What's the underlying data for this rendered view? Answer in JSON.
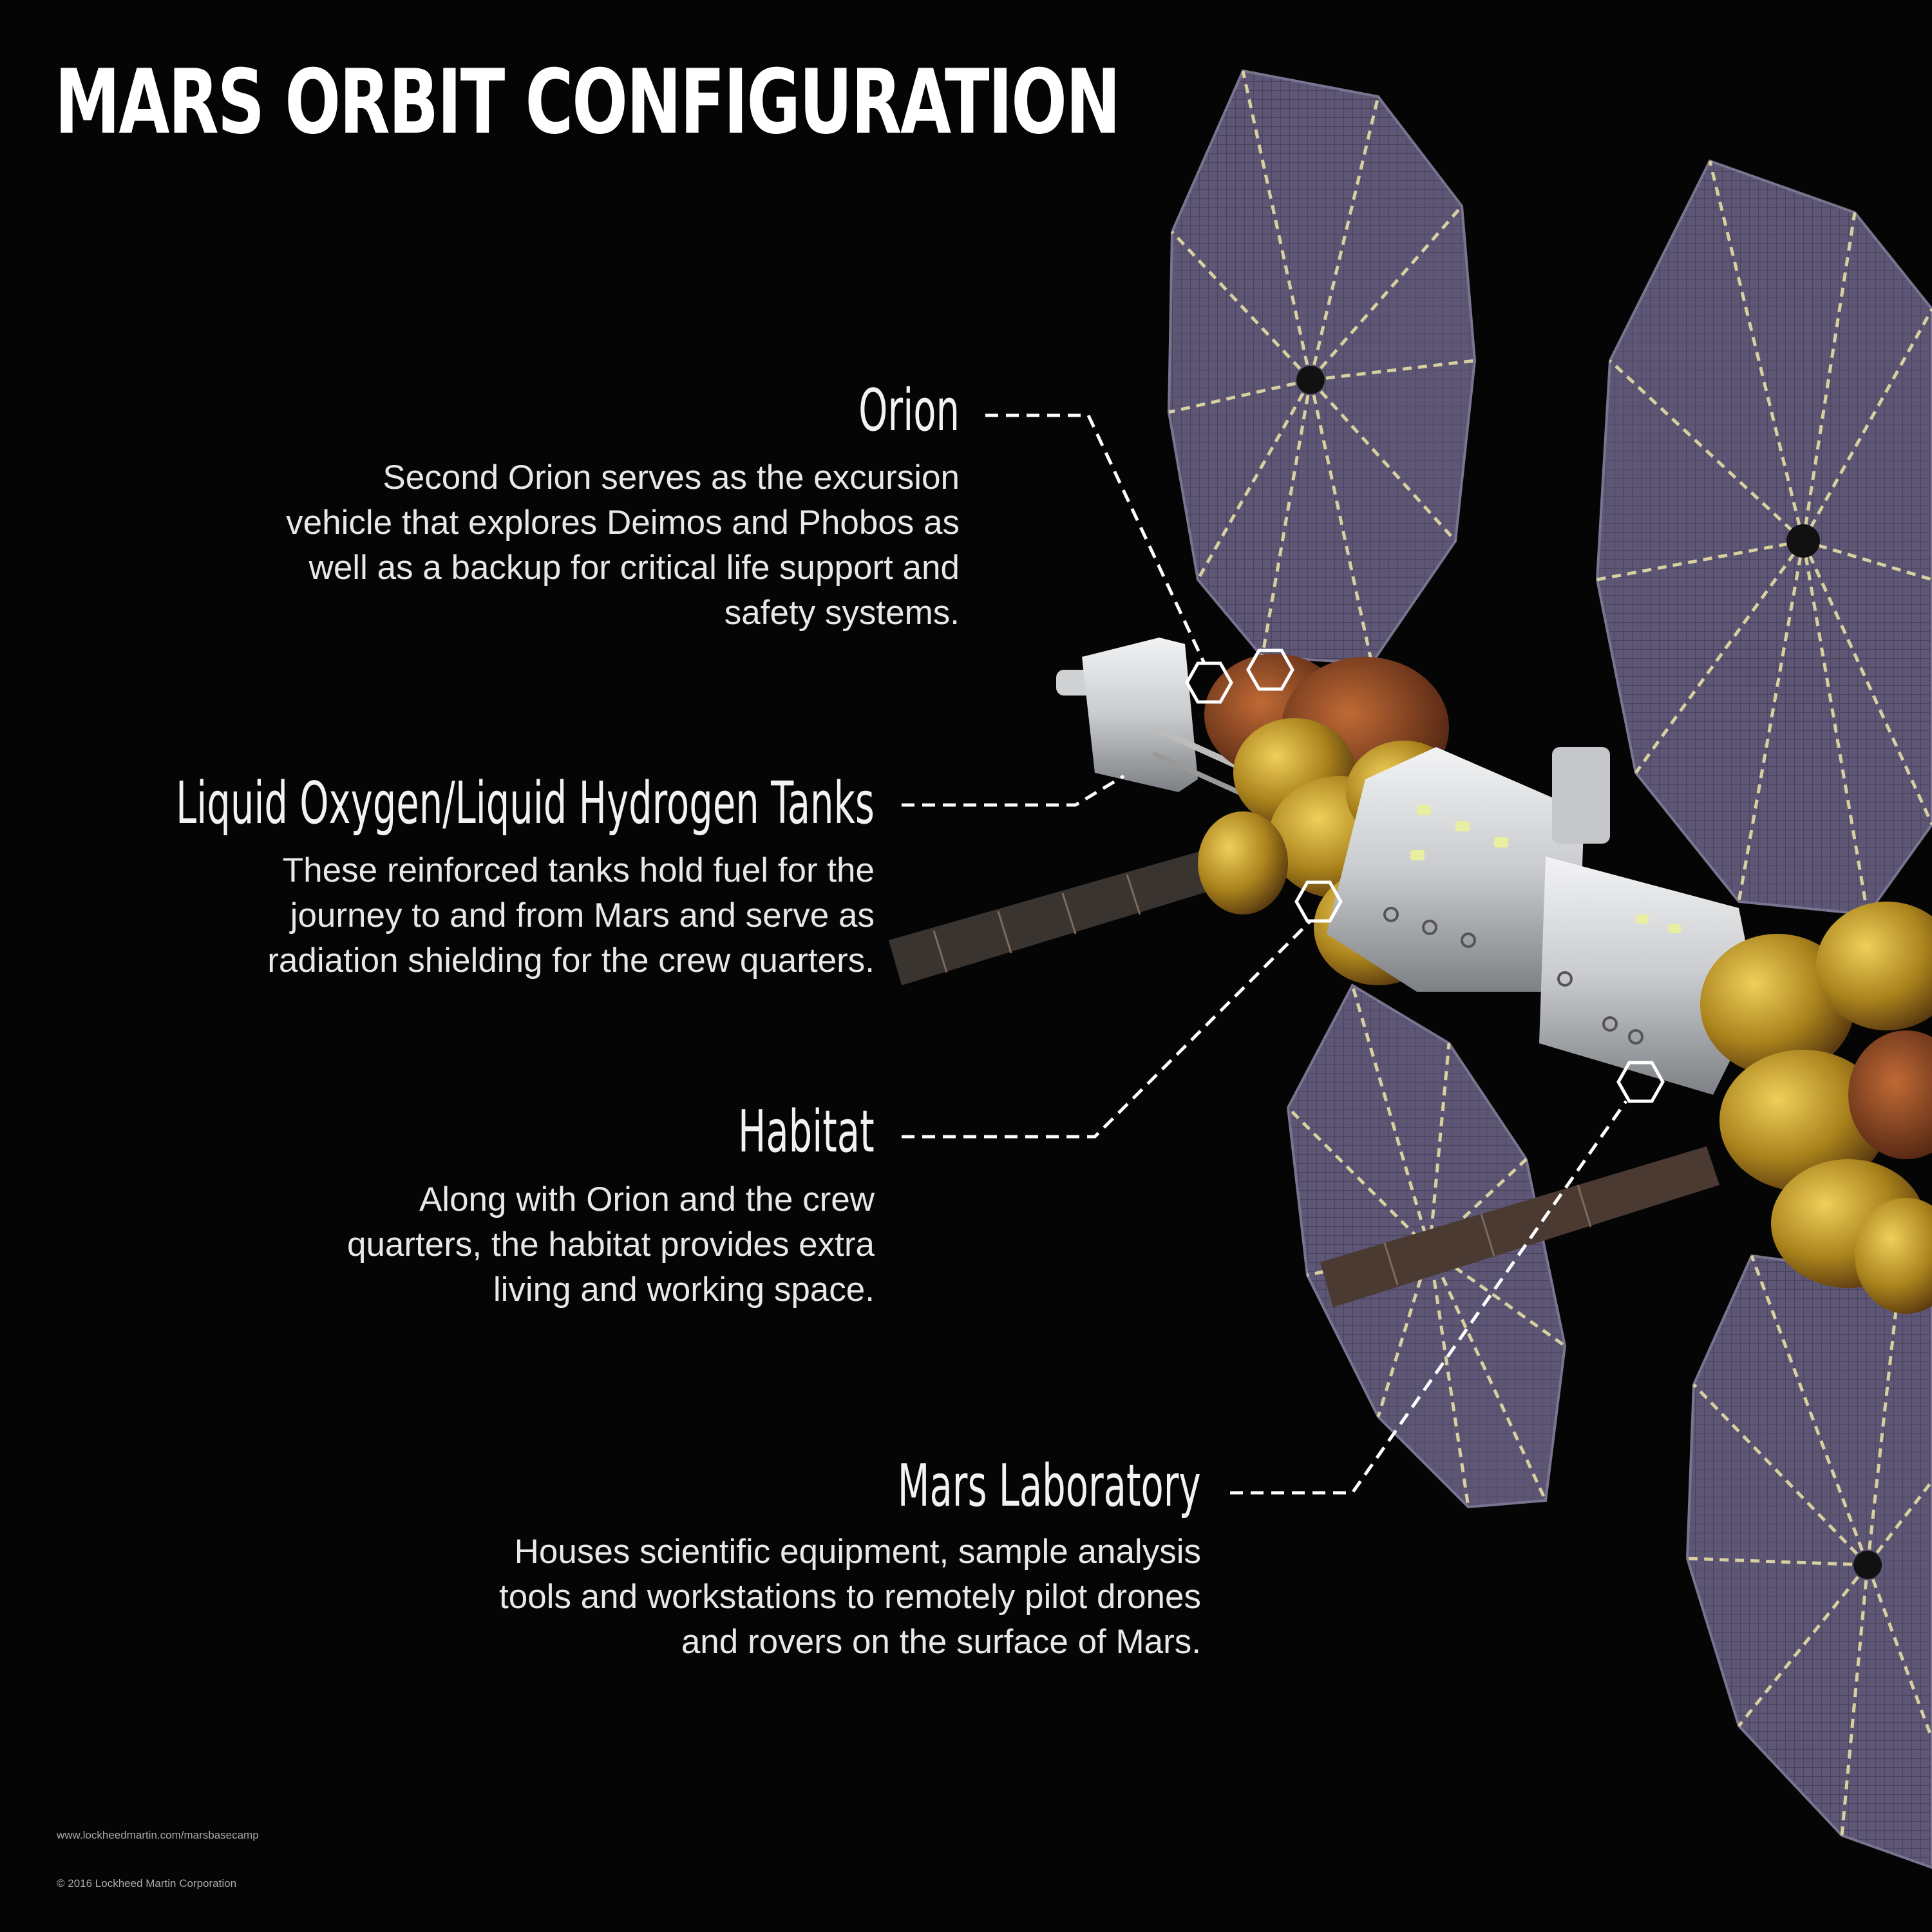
{
  "title": "MARS ORBIT CONFIGURATION",
  "callouts": [
    {
      "heading": "Orion",
      "lines": [
        "Second Orion serves as the excursion",
        "vehicle that explores Deimos and Phobos as",
        "well as a backup for critical life support and",
        "safety systems."
      ]
    },
    {
      "heading": "Liquid Oxygen/Liquid Hydrogen Tanks",
      "lines": [
        "These reinforced tanks hold fuel for the",
        "journey to and from Mars and serve as",
        "radiation shielding for the crew quarters."
      ]
    },
    {
      "heading": "Habitat",
      "lines": [
        "Along with Orion and the crew",
        "quarters, the habitat provides extra",
        "living and working space."
      ]
    },
    {
      "heading": "Mars Laboratory",
      "lines": [
        "Houses scientific equipment, sample analysis",
        "tools and workstations to remotely pilot drones",
        "and rovers on the surface of Mars."
      ]
    }
  ],
  "footer": {
    "url": "www.lockheedmartin.com/marsbasecamp",
    "copyright": "© 2016 Lockheed Martin Corporation"
  },
  "colors": {
    "background": "#050505",
    "solar_panel": "#5a5470",
    "panel_rib": "#d8d0a0",
    "hull": "#d4d6d8",
    "gold_tanks": "#b8901e",
    "leader_line": "#ffffff"
  }
}
